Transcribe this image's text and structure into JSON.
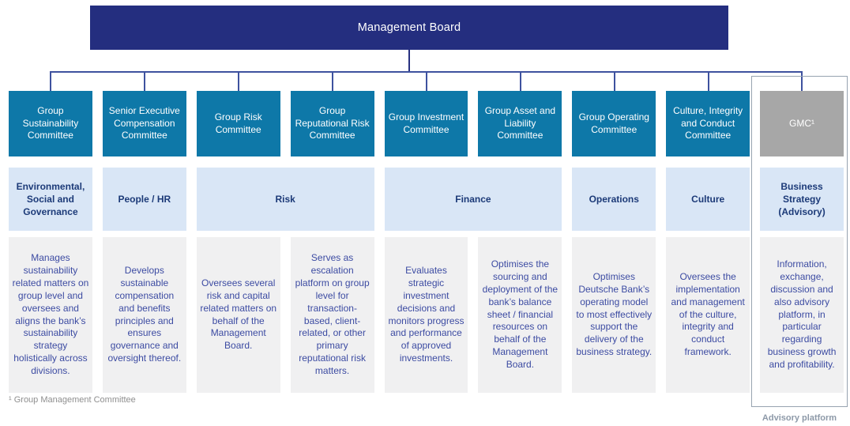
{
  "board": {
    "title": "Management Board"
  },
  "columns": [
    {
      "committee": "Group Sustainability Committee",
      "description": "Manages sustainability related matters on group level and oversees and aligns the bank’s sustainability strategy holistically across divisions."
    },
    {
      "committee": "Senior Executive Compensation Committee",
      "description": "Develops sustainable compensation and benefits principles and ensures governance and oversight thereof."
    },
    {
      "committee": "Group Risk Committee",
      "description": "Oversees several risk and capital related matters on behalf of the Management Board."
    },
    {
      "committee": "Group Reputational Risk Committee",
      "description": "Serves as escalation platform on group level for transaction-based, client-related, or other primary reputational risk matters."
    },
    {
      "committee": "Group Investment Committee",
      "description": "Evaluates strategic investment decisions and monitors progress and performance of approved investments."
    },
    {
      "committee": "Group Asset and Liability Committee",
      "description": "Optimises the sourcing and deployment of the bank’s balance sheet / financial resources on behalf of the Management Board."
    },
    {
      "committee": "Group Operating Committee",
      "description": "Optimises Deutsche Bank’s operating model to most effectively support the delivery of the business strategy."
    },
    {
      "committee": "Culture, Integrity and Conduct Committee",
      "description": "Oversees the implementation and management of the culture, integrity and conduct framework."
    },
    {
      "committee": "GMC¹",
      "description": "Information, exchange, discussion and also advisory platform, in particular regarding business growth and profitability."
    }
  ],
  "categories": [
    {
      "label": "Environmental, Social and Governance",
      "span": 1
    },
    {
      "label": "People / HR",
      "span": 1
    },
    {
      "label": "Risk",
      "span": 2
    },
    {
      "label": "Finance",
      "span": 2
    },
    {
      "label": "Operations",
      "span": 1
    },
    {
      "label": "Culture",
      "span": 1
    },
    {
      "label": "Business Strategy (Advisory)",
      "span": 1
    }
  ],
  "footnote": "¹ Group Management Committee",
  "advisory_label": "Advisory platform",
  "colors": {
    "navy": "#242e7f",
    "teal": "#0e78a8",
    "lightblue": "#d9e6f6",
    "catText": "#1c3a78",
    "descBg": "#f0f0f1",
    "descText": "#3c4ba2",
    "gmcGray": "#a7a7a7",
    "rail": "#3e529f",
    "outline": "#97a3b0",
    "footnote": "#8f8f8f",
    "advisory": "#8d99a8"
  }
}
